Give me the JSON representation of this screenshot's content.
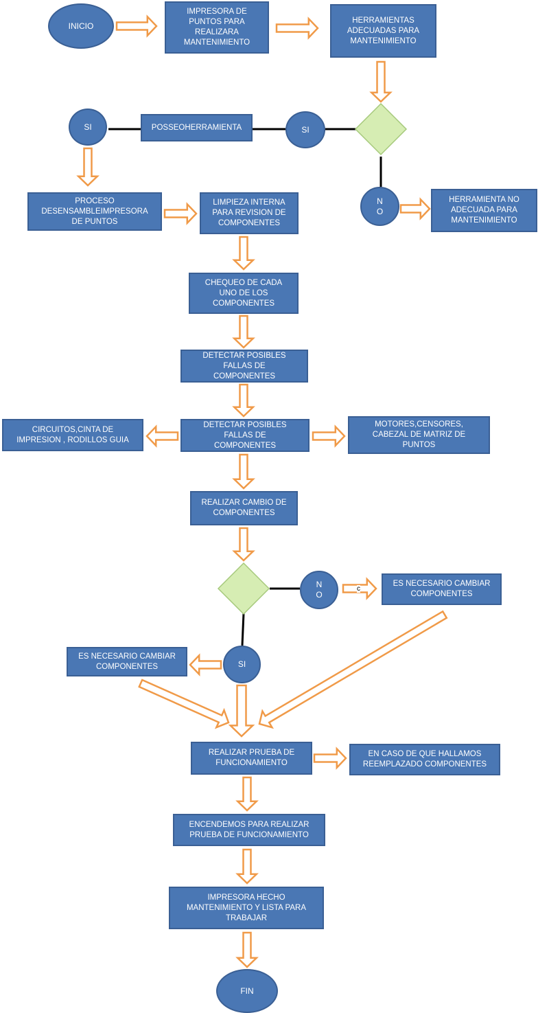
{
  "colors": {
    "node_fill": "#4a77b4",
    "node_border": "#3a5f94",
    "node_text": "#ffffff",
    "arrow_fill": "#ffffff",
    "arrow_stroke": "#f09a48",
    "decision_fill": "#d6edb3",
    "decision_border": "#a6c97c",
    "line": "#000000"
  },
  "nodes": {
    "inicio": "INICIO",
    "impresora_puntos": "IMPRESORA DE\nPUNTOS PARA\nREALIZARA\nMANTENIMIENTO",
    "herramientas_adecuadas": "HERRAMIENTAS\nADECUADAS PARA\nMANTENIMIENTO",
    "si_left": "SI",
    "posseo": "POSSEOHERRAMIENTA",
    "si_mid": "SI",
    "no_top": "N\nO",
    "herramienta_no": "HERRAMIENTA NO\nADECUADA PARA\nMANTENIMIENTO",
    "proceso_desensamble": "PROCESO\nDESENSAMBLEIMPRESORA\nDE PUNTOS",
    "limpieza": "LIMPIEZA INTERNA\nPARA REVISION DE\nCOMPONENTES",
    "chequeo": "CHEQUEO DE CADA\nUNO DE LOS\nCOMPONENTES",
    "detectar1": "DETECTAR POSIBLES\nFALLAS DE\nCOMPONENTES",
    "circuitos": "CIRCUITOS,CINTA DE\nIMPRESION , RODILLOS GUIA",
    "detectar2": "DETECTAR POSIBLES\nFALLAS DE\nCOMPONENTES",
    "motores": "MOTORES,CENSORES,\nCABEZAL DE MATRIZ DE\nPUNTOS",
    "realizar_cambio": "REALIZAR CAMBIO DE\nCOMPONENTES",
    "no_mid": "N\nO",
    "small_c": "c",
    "es_necesario_right": "ES NECESARIO CAMBIAR\nCOMPONENTES",
    "es_necesario_left": "ES NECESARIO CAMBIAR\nCOMPONENTES",
    "si_bottom": "SI",
    "realizar_prueba": "REALIZAR PRUEBA DE\nFUNCIONAMIENTO",
    "en_caso": "EN CASO DE QUE HALLAMOS\nREEMPLAZADO COMPONENTES",
    "encendemos": "ENCENDEMOS PARA REALIZAR\nPRUEBA DE FUNCIONAMIENTO",
    "impresora_hecho": "IMPRESORA HECHO\nMANTENIMIENTO Y LISTA PARA\nTRABAJAR",
    "fin": "FIN"
  }
}
